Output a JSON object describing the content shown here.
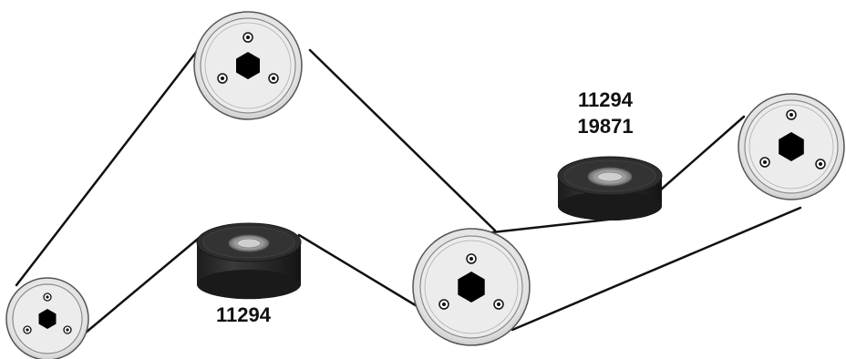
{
  "labels": {
    "lower_idler": "11294",
    "upper_idler_line1": "11294",
    "upper_idler_line2": "19871"
  },
  "colors": {
    "belt": "#111111",
    "pulley_rim": "#e4e4e4",
    "pulley_face": "#ececec",
    "pulley_outline": "#555555",
    "hub": "#000000",
    "idler_body": "#2b2b2b",
    "bearing": "#b5b5b5"
  },
  "icons": {
    "pulley": "pulley-icon",
    "idler": "idler-pulley-icon"
  }
}
